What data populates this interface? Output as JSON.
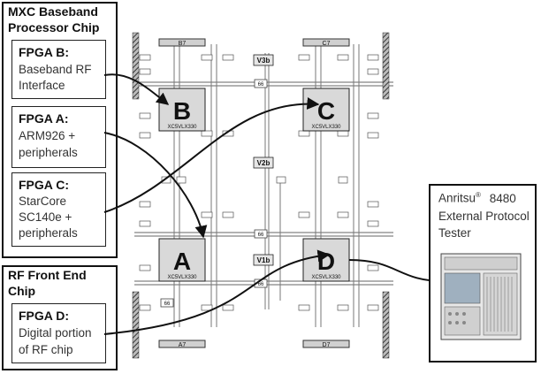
{
  "groups": {
    "mxc": {
      "title_lines": [
        "MXC Baseband",
        "Processor Chip"
      ]
    },
    "rf": {
      "title_lines": [
        "RF Front End",
        "Chip"
      ]
    }
  },
  "fpgas": [
    {
      "id": "B",
      "title": "FPGA B:",
      "lines": [
        "Baseband RF",
        "Interface"
      ]
    },
    {
      "id": "A",
      "title": "FPGA A:",
      "lines": [
        "ARM926 +",
        "peripherals"
      ]
    },
    {
      "id": "C",
      "title": "FPGA C:",
      "lines": [
        "StarCore",
        "SC140e +",
        "peripherals"
      ]
    },
    {
      "id": "D",
      "title": "FPGA D:",
      "lines": [
        "Digital portion",
        "of RF chip"
      ]
    }
  ],
  "board": {
    "chips": [
      {
        "letter": "B",
        "part": "XC5VLX330"
      },
      {
        "letter": "C",
        "part": "XC5VLX330"
      },
      {
        "letter": "A",
        "part": "XC5VLX330"
      },
      {
        "letter": "D",
        "part": "XC5VLX330"
      }
    ],
    "bus_labels": [
      "66",
      "66",
      "66",
      "66"
    ],
    "connectors": [
      "B7",
      "C7",
      "A7",
      "D7"
    ],
    "regulators": [
      "V3b",
      "V2b",
      "V1b"
    ]
  },
  "tester": {
    "brand": "Anritsu",
    "model": "8480",
    "lines": [
      "External Protocol",
      "Tester"
    ],
    "icon": "protocol-tester-rack"
  },
  "colors": {
    "chip_fill": "#d9d9d9",
    "line": "#111111",
    "bus": "#555555"
  }
}
